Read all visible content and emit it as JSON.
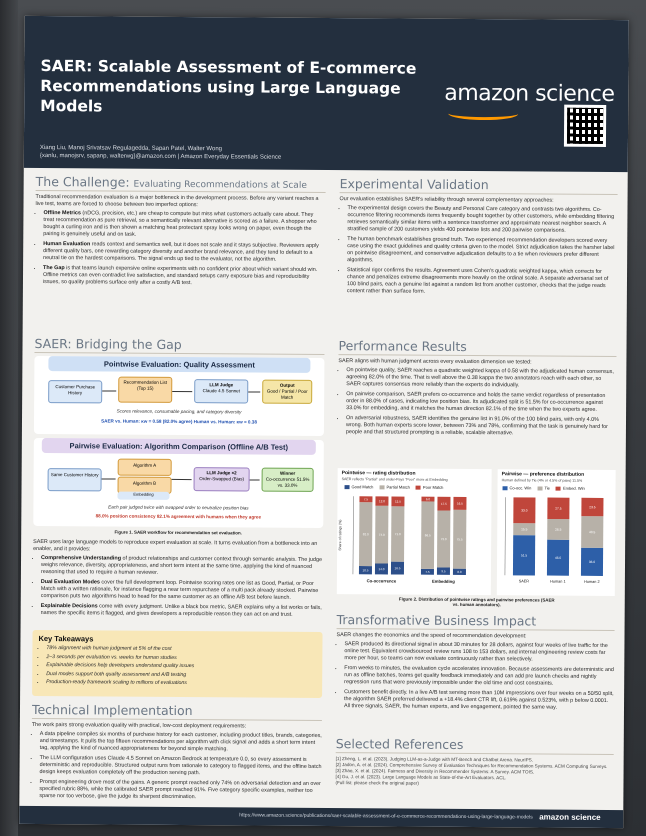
{
  "header": {
    "title": "SAER: Scalable Assessment of E-commerce Recommendations using Large Language Models",
    "authors": "Xiang Liu, Manoj Srivatsav Regulagedda, Sapan Patel, Walter Wong",
    "emails": "{xanlu, manojsrv, sapanp, walterwg}@amazon.com  |  Amazon Everyday Essentials Science",
    "logo_text": "amazon science"
  },
  "challenge": {
    "heading": "The Challenge:",
    "subheading": "Evaluating Recommendations at Scale",
    "intro": "Traditional recommendation evaluation is a major bottleneck in the development process. Before any variant reaches a live test, teams are forced to choose between two imperfect options:",
    "bullets": [
      {
        "lead": "Offline Metrics",
        "text": " (nDCG, precision, etc.) are cheap to compute but miss what customers actually care about. They treat recommendation as pure retrieval, so a semantically relevant alternative is scored as a failure. A shopper who bought a curling iron and is then shown a matching heat protectant spray looks wrong on paper, even though the pairing is genuinely useful and on task."
      },
      {
        "lead": "Human Evaluation",
        "text": " reads context and semantics well, but it does not scale and it stays subjective. Reviewers apply different quality bars, one rewarding category diversity and another brand relevance, and they tend to default to a neutral tie on the hardest comparisons. The signal ends up tied to the evaluator, not the algorithm."
      },
      {
        "lead": "The Gap",
        "text": " is that teams launch expensive online experiments with no confident prior about which variant should win. Offline metrics can even contradict live satisfaction, and standard setups carry exposure bias and reproducibility issues, so quality problems surface only after a costly A/B test."
      }
    ]
  },
  "bridging": {
    "heading": "SAER: Bridging the Gap",
    "pointwise": {
      "title": "Pointwise Evaluation: Quality Assessment",
      "b1": "Customer Purchase History",
      "b2": "Recommendation List (Top 15)",
      "b3": "LLM Judge",
      "b3s": "Claude 4.5 Sonnet",
      "b4": "Output",
      "b4s": "Good / Partial / Poor Match",
      "note": "Scores relevance, consumable pacing, and category diversity",
      "k1": "SAER vs. Human: κw = 0.58 (82.0% agree)",
      "k2": "Human vs. Human: κw = 0.38"
    },
    "pairwise": {
      "title": "Pairwise Evaluation: Algorithm Comparison (Offline A/B Test)",
      "b1": "Same Customer History",
      "b2": "Algorithm A",
      "b3": "Algorithm B",
      "b4": "LLM Judge ×2",
      "b4s": "Order-Swapped (Bias)",
      "b5": "Winner",
      "b5s": "Co-occurrence 51.5% vs. 33.0%",
      "b6": "Embedding",
      "note": "Each pair judged twice with swapped order to neutralize position bias",
      "k1": "88.0% position consistency",
      "k2": "82.1% agreement with humans when they agree"
    },
    "fig_caption": "Figure 1. SAER workflow for recommendation set evaluation.",
    "intro": "SAER uses large language models to reproduce expert evaluation at scale. It turns evaluation from a bottleneck into an enabler, and it provides:",
    "bullets": [
      {
        "lead": "Comprehensive Understanding",
        "text": " of product relationships and customer context through semantic analysis. The judge weighs relevance, diversity, appropriateness, and short term intent at the same time, applying the kind of nuanced reasoning that used to require a human reviewer."
      },
      {
        "lead": "Dual Evaluation Modes",
        "text": " cover the full development loop. Pointwise scoring rates one list as Good, Partial, or Poor Match with a written rationale, for instance flagging a near term repurchase of a multi pack already stocked. Pairwise comparison puts two algorithms head to head for the same customer as an offline A/B test before launch."
      },
      {
        "lead": "Explainable Decisions",
        "text": " come with every judgment. Unlike a black box metric, SAER explains why a list works or fails, names the specific items it flagged, and gives developers a reproducible reason they can act on and trust."
      }
    ]
  },
  "takeaways": {
    "title": "Key Takeaways",
    "items": [
      "78% alignment with human judgment at 5% of the cost",
      "2–3 seconds per evaluation vs. weeks for human studies",
      "Explainable decisions help developers understand quality issues",
      "Dual modes support both quality assessment and A/B testing",
      "Production-ready framework scaling to millions of evaluations"
    ]
  },
  "technical": {
    "heading": "Technical Implementation",
    "intro": "The work pairs strong evaluation quality with practical, low-cost deployment requirements:",
    "bullets": [
      "A data pipeline compiles six months of purchase history for each customer, including product titles, brands, categories, and timestamps. It pulls the top fifteen recommendations per algorithm with click signal and adds a short term intent tag, applying the kind of nuanced appropriateness for beyond simple matching.",
      "The LLM configuration uses Claude 4.5 Sonnet on Amazon Bedrock at temperature 0.0, so every assessment is deterministic and reproducible. Structured output runs from rationale to category to flagged items, and the offline batch design keeps evaluation completely off the production serving path.",
      "Prompt engineering drove most of the gains. A generic prompt reached only 74% on adversarial detection and an over specified rubric 88%, while the calibrated SAER prompt reached 91%. Five category specific examples, neither too sparse nor too verbose, give the judge its sharpest discrimination."
    ]
  },
  "validation": {
    "heading": "Experimental Validation",
    "intro": "Our evaluation establishes SAER's reliability through several complementary approaches:",
    "bullets": [
      "The experimental design covers the Beauty and Personal Care category and contrasts two algorithms. Co-occurrence filtering recommends items frequently bought together by other customers, while embedding filtering retrieves semantically similar items with a sentence transformer and approximate nearest neighbor search. A stratified sample of 200 customers yields 400 pointwise lists and 200 pairwise comparisons.",
      "The human benchmark establishes ground truth. Two experienced recommendation developers scored every case using the exact guidelines and quality criteria given to the model. Strict adjudication takes the harsher label on pointwise disagreement, and conservative adjudication defaults to a tie when reviewers prefer different algorithms.",
      "Statistical rigor confirms the results. Agreement uses Cohen's quadratic weighted kappa, which corrects for chance and penalizes extreme disagreements more heavily on the ordinal scale. A separate adversarial set of 100 blind pairs, each a genuine list against a random list from another customer, checks that the judge reads content rather than surface form."
    ]
  },
  "performance": {
    "heading": "Performance Results",
    "intro": "SAER aligns with human judgment across every evaluation dimension we tested:",
    "bullets": [
      "On pointwise quality, SAER reaches a quadratic weighted kappa of 0.58 with the adjudicated human consensus, agreeing 82.0% of the time. That is well above the 0.38 kappa the two annotators reach with each other, so SAER captures consensus more reliably than the experts do individually.",
      "On pairwise comparison, SAER prefers co-occurrence and holds the same verdict regardless of presentation order in 88.0% of cases, indicating low position bias. Its adjudicated split is 51.5% for co-occurrence against 33.0% for embedding, and it matches the human direction 82.1% of the time when the two experts agree.",
      "On adversarial robustness, SAER identifies the genuine list in 91.0% of the 100 blind pairs, with only 4.0% wrong. Both human experts score lower, between 73% and 78%, confirming that the task is genuinely hard for people and that structured prompting is a reliable, scalable alternative."
    ]
  },
  "chart_data": [
    {
      "type": "bar",
      "title": "Pointwise — rating distribution",
      "subtitle": "SAER reflects \"Partial\" and under-Pays \"Poor\" more at Embedding",
      "categories": [
        "Co-occurrence",
        "Embedding"
      ],
      "groups": [
        "SAER",
        "Human1",
        "Human2"
      ],
      "series": [
        {
          "name": "Good Match",
          "color": "#2d4f8a",
          "values": [
            [
              10.5,
              14.0,
              16.5
            ],
            [
              7.5,
              9.5,
              8.0
            ]
          ]
        },
        {
          "name": "Partial Match",
          "color": "#b7b1a8",
          "values": [
            [
              82.0,
              74.0,
              71.0
            ],
            [
              86.5,
              73.0,
              75.5
            ]
          ]
        },
        {
          "name": "Poor Match",
          "color": "#c0463b",
          "values": [
            [
              7.5,
              12.0,
              12.5
            ],
            [
              6.0,
              17.5,
              16.5
            ]
          ]
        }
      ],
      "ylabel": "Share of ratings (%)",
      "ylim": [
        0,
        100
      ]
    },
    {
      "type": "bar",
      "title": "Pairwise — preference distribution",
      "subtitle": "Human defined by Tie (4% or 4.5% of pairs) 11.5%",
      "categories": [
        "SAER",
        "Human 1",
        "Human 2"
      ],
      "series": [
        {
          "name": "Co-occ. Win",
          "color": "#2d5fa8",
          "values": [
            51.5,
            46.0,
            36.0
          ]
        },
        {
          "name": "Tie",
          "color": "#b7b1a8",
          "values": [
            15.5,
            26.5,
            40.5
          ]
        },
        {
          "name": "Embed. Win",
          "color": "#c0463b",
          "values": [
            33.0,
            27.5,
            23.5
          ]
        }
      ],
      "ylim": [
        0,
        100
      ]
    }
  ],
  "fig2_caption": "Figure 2. Distribution of pointwise ratings and pairwise preferences (SAER vs. human annotators).",
  "impact": {
    "heading": "Transformative Business Impact",
    "intro": "SAER changes the economics and the speed of recommendation development:",
    "bullets": [
      "SAER produced its directional signal in about 30 minutes for 28 dollars, against four weeks of live traffic for the online test. Equivalent crowdsourced review runs 108 to 153 dollars, and internal engineering review costs far more per hour, so teams can now evaluate continuously rather than selectively.",
      "From weeks to minutes, the evaluation cycle accelerates innovation. Because assessments are deterministic and run as offline batches, teams get quality feedback immediately and can add pre launch checks and nightly regression runs that were previously impossible under the old time and cost constraints.",
      "Customers benefit directly. In a live A/B test serving more than 10M impressions over four weeks on a 50/50 split, the algorithm SAER preferred delivered a +18.4% client CTR lift, 0.619% against 0.523%, with p below 0.0001. All three signals, SAER, the human experts, and live engagement, pointed the same way."
    ]
  },
  "references": {
    "heading": "Selected References",
    "items": [
      "[1] Zheng, L. et al. (2023). Judging LLM-as-a-Judge with MT-Bench and Chatbot Arena. NeurIPS.",
      "[2] Jadon, A. et al. (2024). Comprehensive Survey of Evaluation Techniques for Recommendation Systems. ACM Computing Surveys.",
      "[3] Zhao, X. et al. (2024). Fairness and Diversity in Recommender Systems: A Survey. ACM TOIS.",
      "[4] Gu, J. et al. (2023). Large Language Models as State-of-the-Art Evaluators. ACL.",
      "(Full list: please check the original paper)"
    ]
  },
  "footer": {
    "url": "https://www.amazon.science/publications/saer-scalable-assessment-of-e-commerce-recommendations-using-large-language-models",
    "logo": "amazon science"
  }
}
